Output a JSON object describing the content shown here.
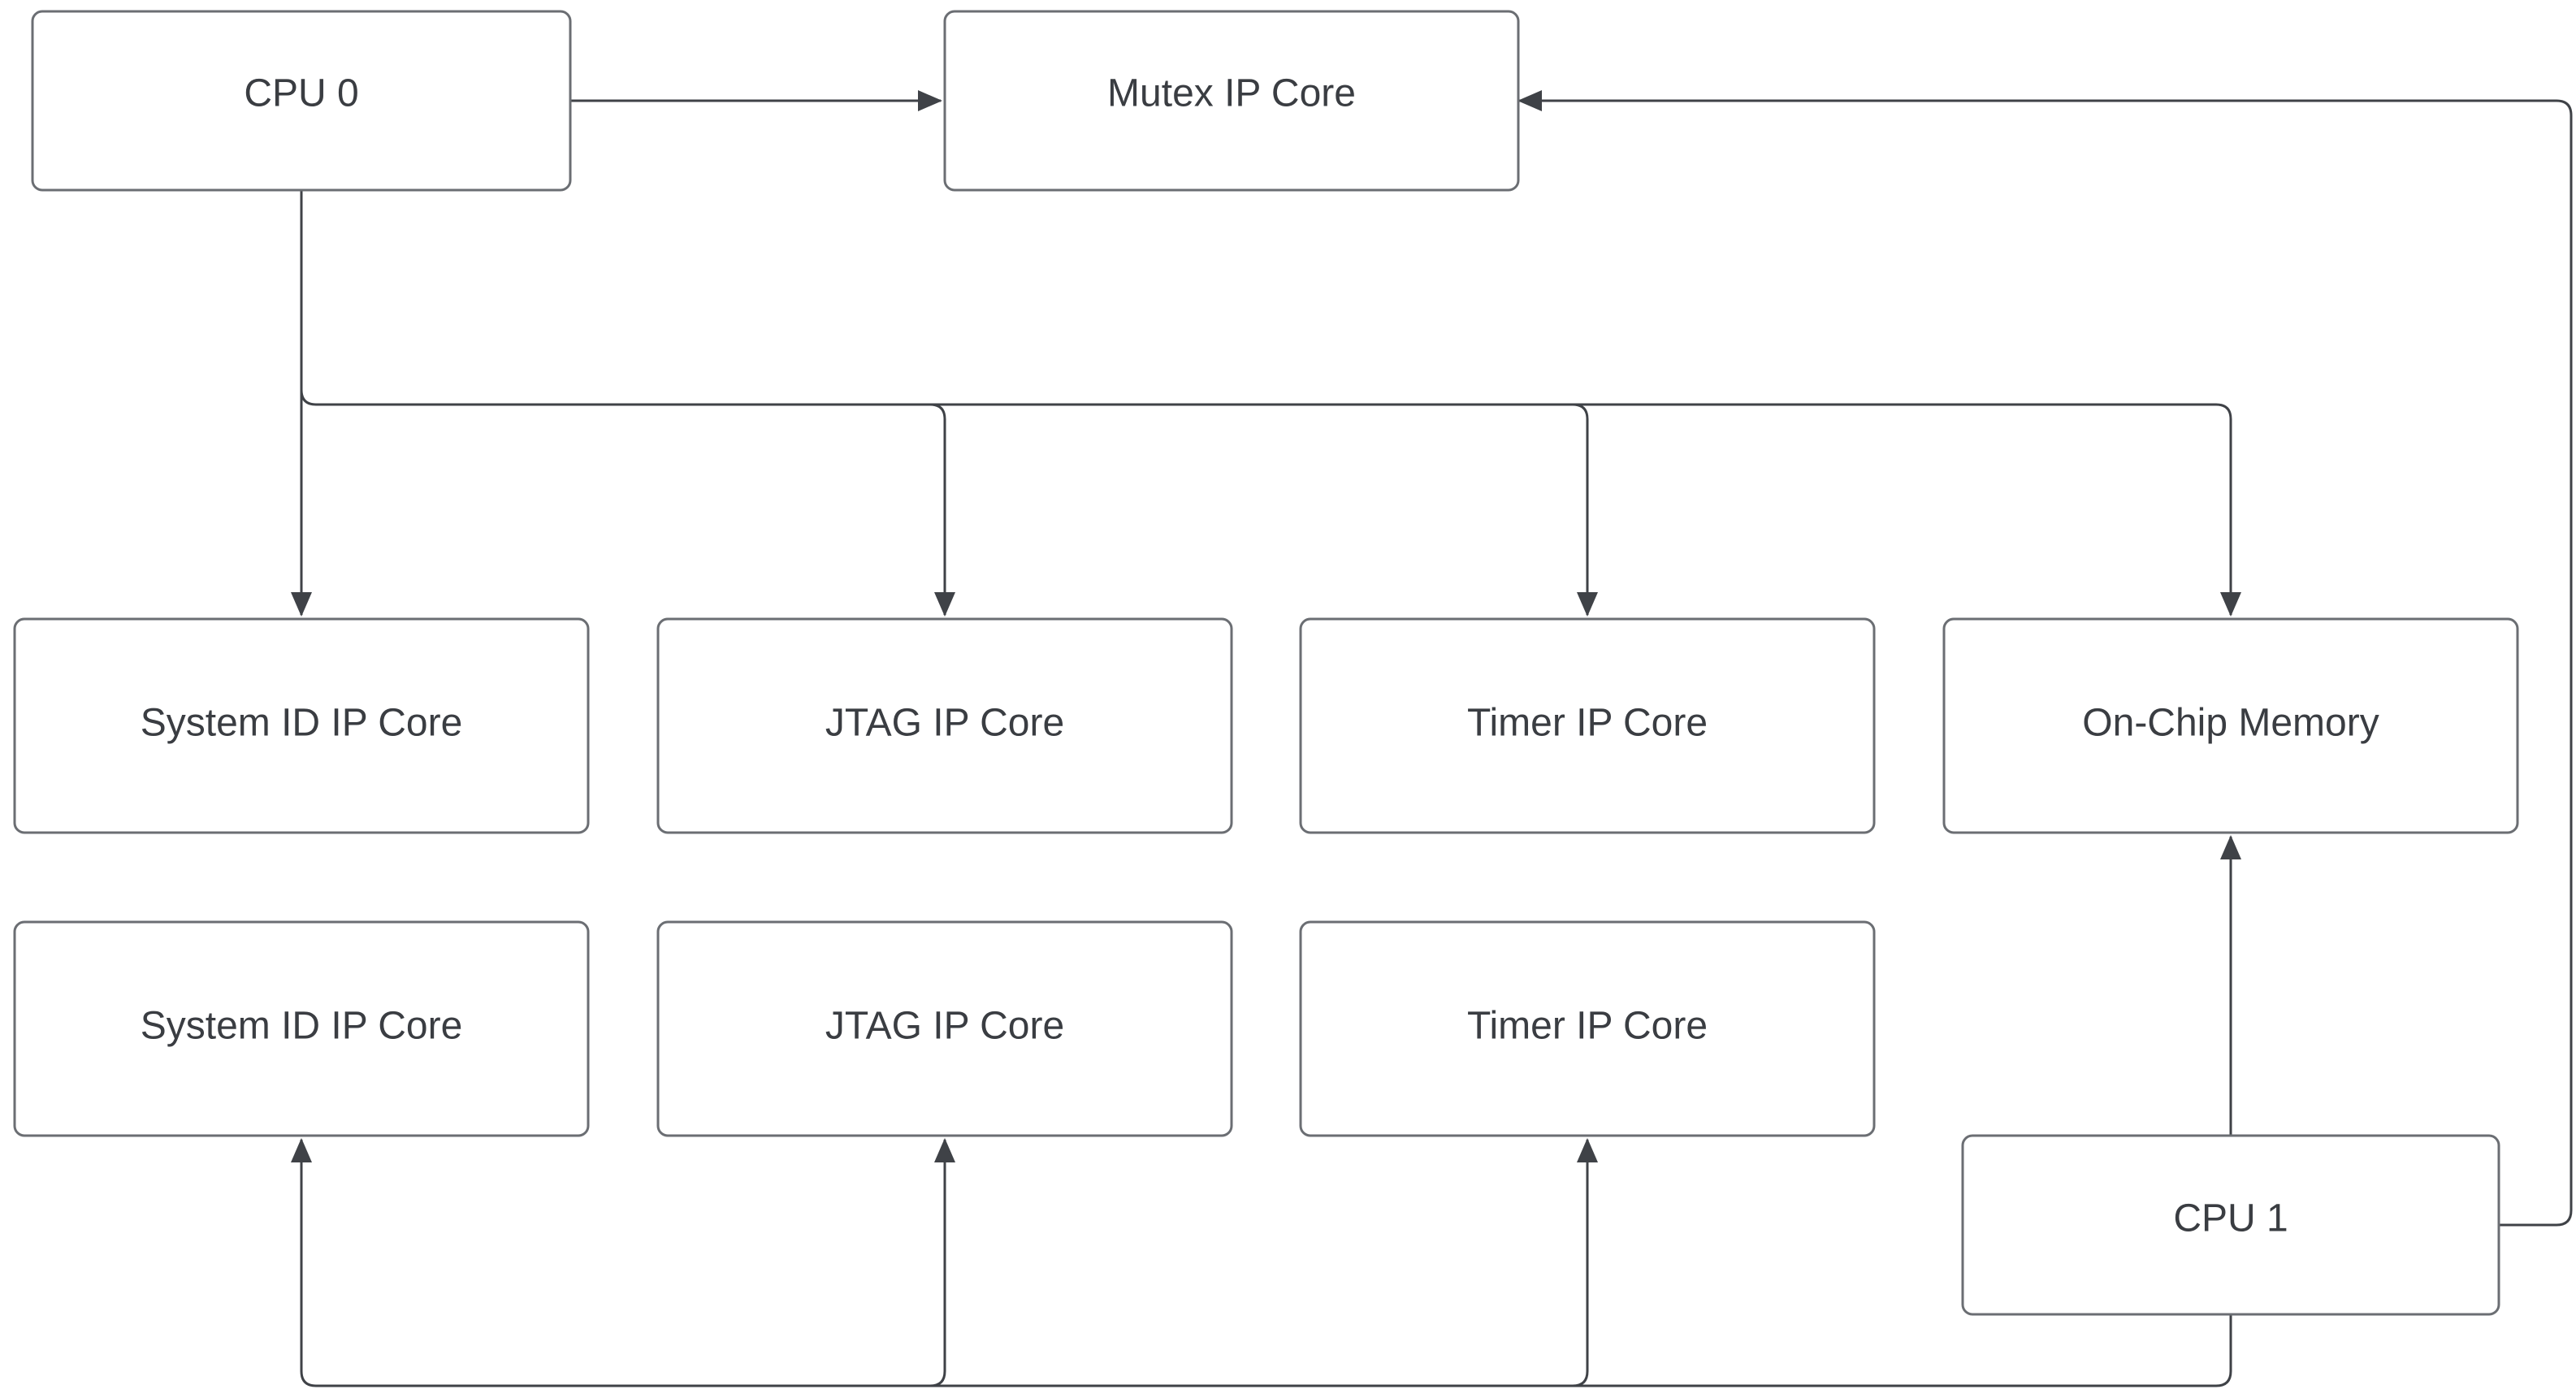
{
  "diagram": {
    "nodes": [
      {
        "id": "cpu0",
        "label": "CPU 0"
      },
      {
        "id": "mutex",
        "label": "Mutex IP Core"
      },
      {
        "id": "sysid0",
        "label": "System ID IP Core"
      },
      {
        "id": "jtag0",
        "label": "JTAG IP Core"
      },
      {
        "id": "timer0",
        "label": "Timer IP Core"
      },
      {
        "id": "onchip",
        "label": "On-Chip Memory"
      },
      {
        "id": "sysid1",
        "label": "System ID IP Core"
      },
      {
        "id": "jtag1",
        "label": "JTAG IP Core"
      },
      {
        "id": "timer1",
        "label": "Timer IP Core"
      },
      {
        "id": "cpu1",
        "label": "CPU 1"
      }
    ],
    "edges": [
      {
        "from": "cpu0",
        "to": "mutex"
      },
      {
        "from": "cpu0",
        "to": "sysid0"
      },
      {
        "from": "cpu0",
        "to": "jtag0"
      },
      {
        "from": "cpu0",
        "to": "timer0"
      },
      {
        "from": "cpu0",
        "to": "onchip"
      },
      {
        "from": "cpu1",
        "to": "mutex"
      },
      {
        "from": "cpu1",
        "to": "onchip"
      },
      {
        "from": "cpu1",
        "to": "sysid1"
      },
      {
        "from": "cpu1",
        "to": "jtag1"
      },
      {
        "from": "cpu1",
        "to": "timer1"
      }
    ]
  }
}
